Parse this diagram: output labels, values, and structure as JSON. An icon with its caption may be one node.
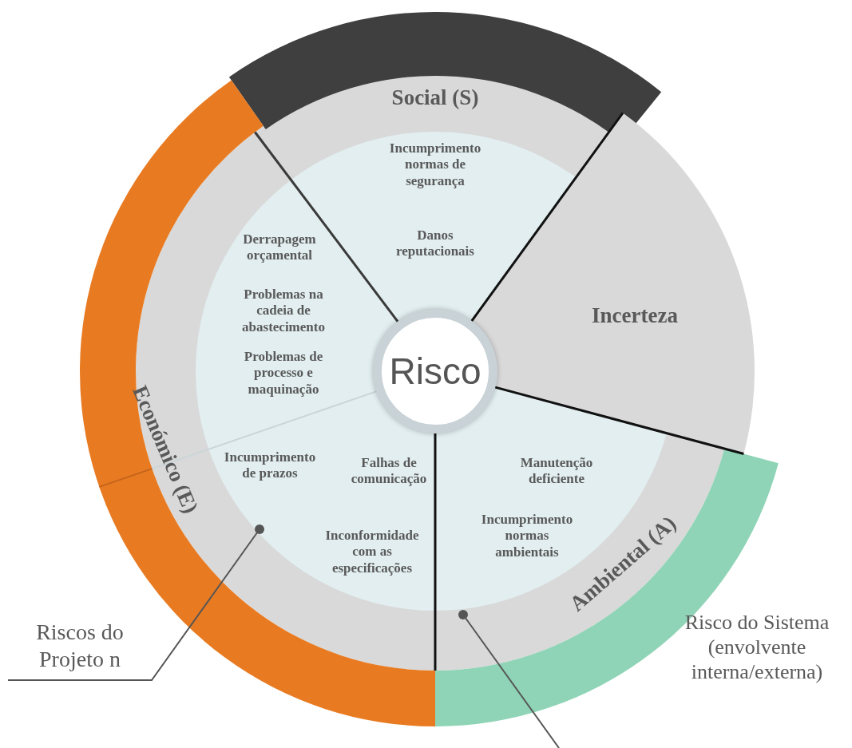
{
  "diagram": {
    "nodes": [
      {
        "text": [
          "Risco"
        ]
      },
      {
        "text": [
          "Social (S)",
          "Incumprimento normas de segurança",
          "Danos reputacionais"
        ]
      },
      {
        "text": [
          "Incerteza"
        ]
      },
      {
        "text": [
          "Ambiental (A)",
          "Manutenção deficiente",
          "Incumprimento normas ambientais"
        ]
      },
      {
        "text": [
          "Económico (E)",
          "Derrapagem orçamental",
          "Problemas na cadeia de abastecimento",
          "Problemas de processo e maquinação",
          "Incumprimento de prazos",
          "Falhas de comunicação",
          "Inconformidade com as especificações"
        ]
      },
      {
        "text": [
          "Riscos do Projeto n"
        ]
      }
    ],
    "edges": [
      {
        "from": 5,
        "to": 4,
        "arrow": "other"
      },
      {
        "from": null,
        "to": 3,
        "arrow": "other"
      }
    ],
    "labels": [
      "Risco do Sistema (envolvente interna/externa)"
    ]
  }
}
